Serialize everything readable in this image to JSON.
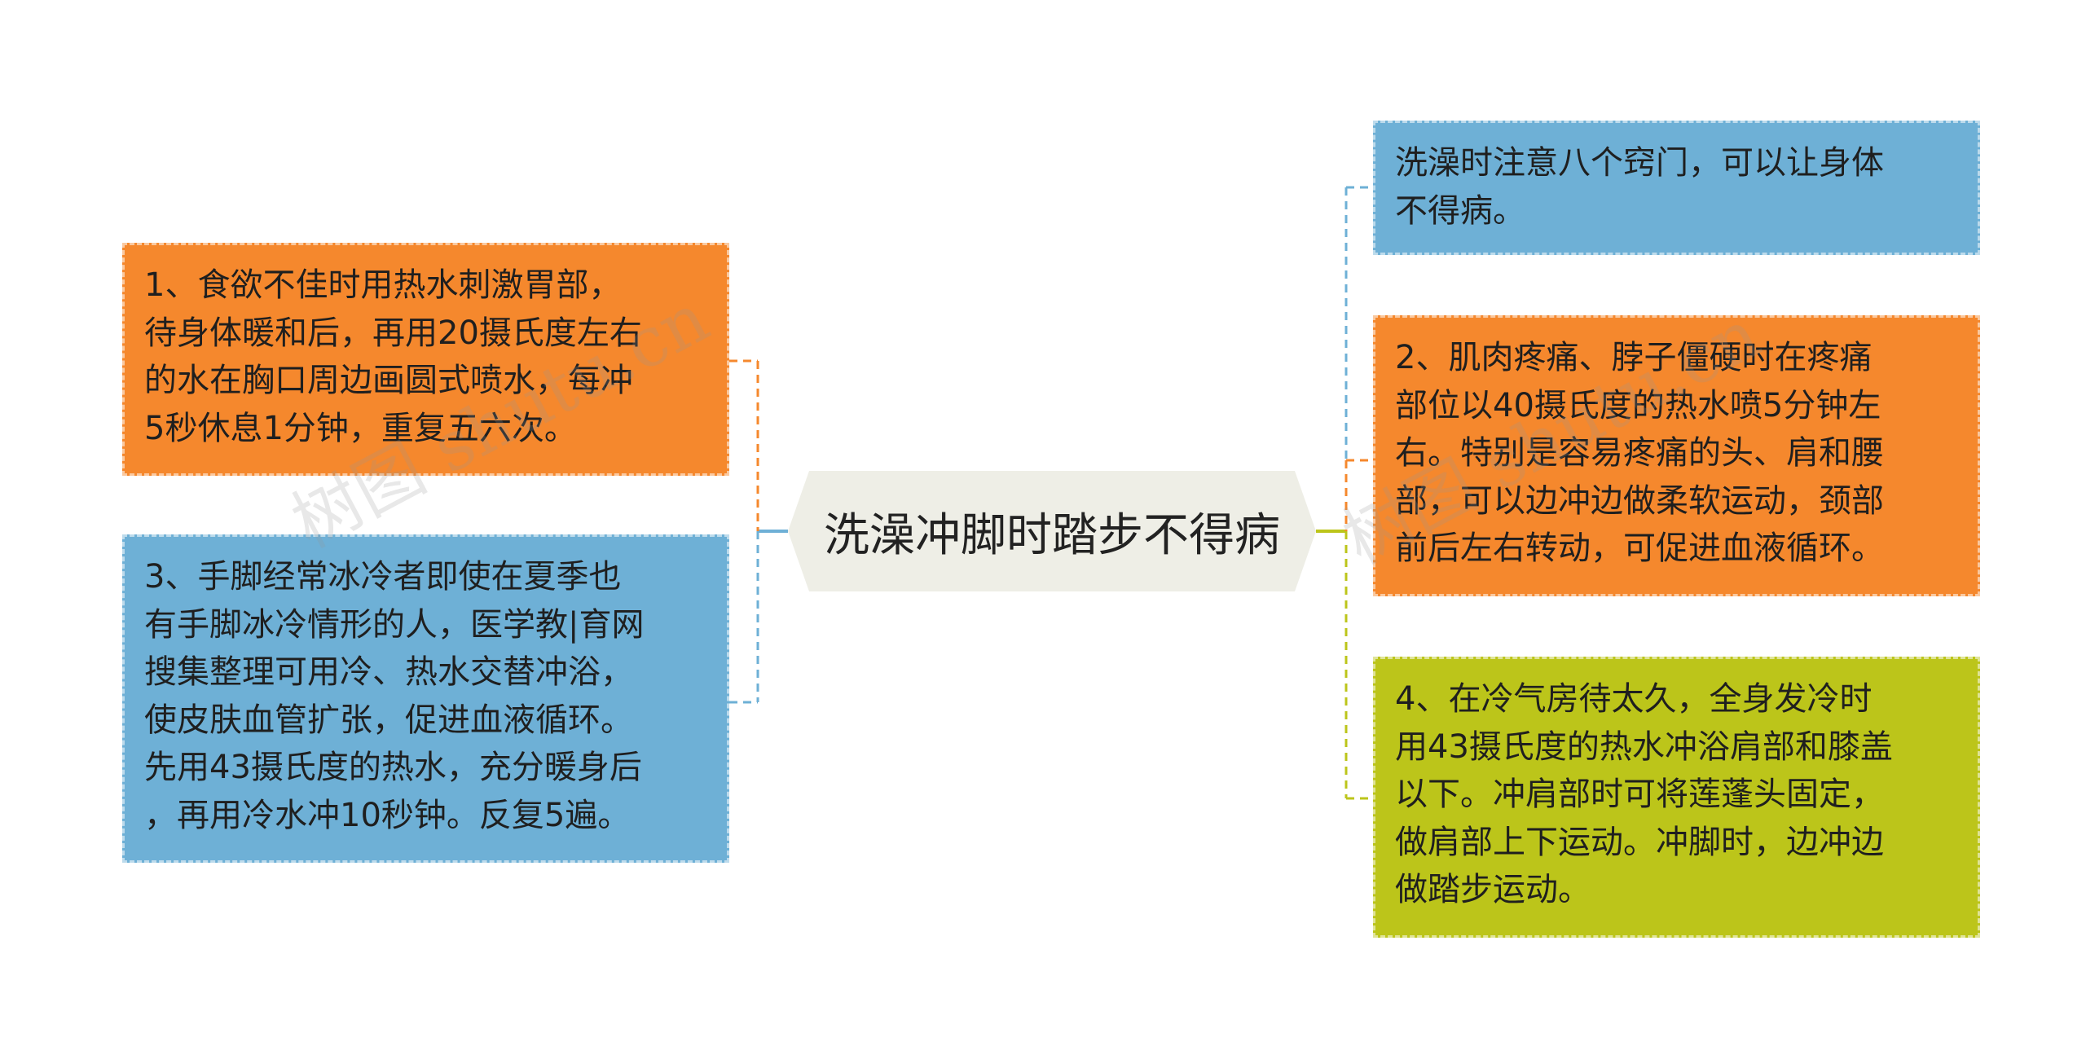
{
  "center": {
    "title": "洗澡冲脚时踏步不得病"
  },
  "nodes": {
    "left_top": {
      "lines": [
        "1、食欲不佳时用热水刺激胃部，",
        "待身体暖和后，再用20摄氏度左右",
        "的水在胸口周边画圆式喷水，每冲",
        "5秒休息1分钟，重复五六次。"
      ]
    },
    "left_bottom": {
      "lines": [
        "3、手脚经常冰冷者即使在夏季也",
        "有手脚冰冷情形的人，医学教|育网",
        "搜集整理可用冷、热水交替冲浴，",
        "使皮肤血管扩张，促进血液循环。",
        "先用43摄氏度的热水，充分暖身后",
        "，再用冷水冲10秒钟。反复5遍。"
      ]
    },
    "right_1": {
      "lines": [
        "洗澡时注意八个窍门，可以让身体",
        "不得病。"
      ]
    },
    "right_2": {
      "lines": [
        "2、肌肉疼痛、脖子僵硬时在疼痛",
        "部位以40摄氏度的热水喷5分钟左",
        "右。特别是容易疼痛的头、肩和腰",
        "部，可以边冲边做柔软运动，颈部",
        "前后左右转动，可促进血液循环。"
      ]
    },
    "right_3": {
      "lines": [
        "4、在冷气房待太久，全身发冷时",
        "用43摄氏度的热水冲浴肩部和膝盖",
        "以下。冲肩部时可将莲蓬头固定，",
        "做肩部上下运动。冲脚时，边冲边",
        "做踏步运动。"
      ]
    }
  },
  "colors": {
    "orange": "#f5882d",
    "blue": "#6eb0d6",
    "green": "#bcc51a",
    "center_fill": "#eeeee6"
  },
  "watermarks": [
    "树图 shutu.cn",
    "树图 shutu.cn"
  ]
}
